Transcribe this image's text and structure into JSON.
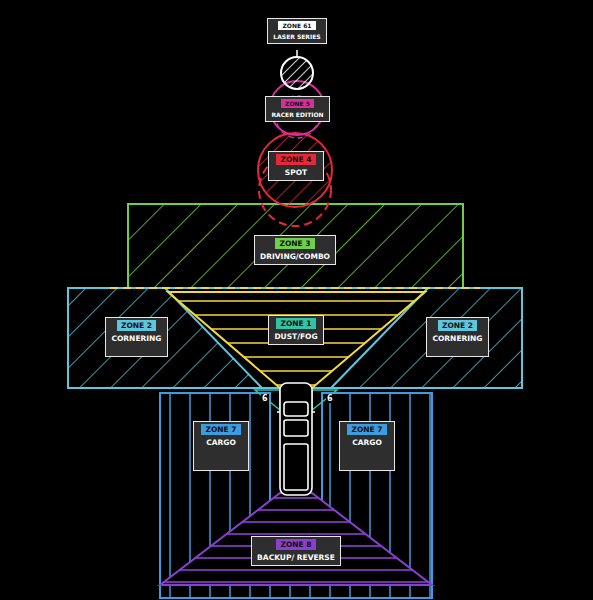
{
  "diagram": {
    "nodes": [
      {
        "text": [
          "ZONE 61",
          "LASER SERIES"
        ]
      },
      {
        "text": [
          "ZONE 5",
          "RACER EDITION"
        ]
      },
      {
        "text": [
          "ZONE 4",
          "SPOT"
        ]
      },
      {
        "text": [
          "ZONE 3",
          "DRIVING/COMBO"
        ]
      },
      {
        "text": [
          "ZONE 2",
          "CORNERING"
        ]
      },
      {
        "text": [
          "ZONE 1",
          "DUST/FOG"
        ]
      },
      {
        "text": [
          "ZONE 2",
          "CORNERING"
        ]
      },
      {
        "text": [
          "ZONE 7",
          "CARGO"
        ]
      },
      {
        "text": [
          "ZONE 7",
          "CARGO"
        ]
      },
      {
        "text": [
          "ZONE 8",
          "BACKUP/ REVERSE"
        ]
      }
    ],
    "labels": [
      "6",
      "6"
    ]
  }
}
